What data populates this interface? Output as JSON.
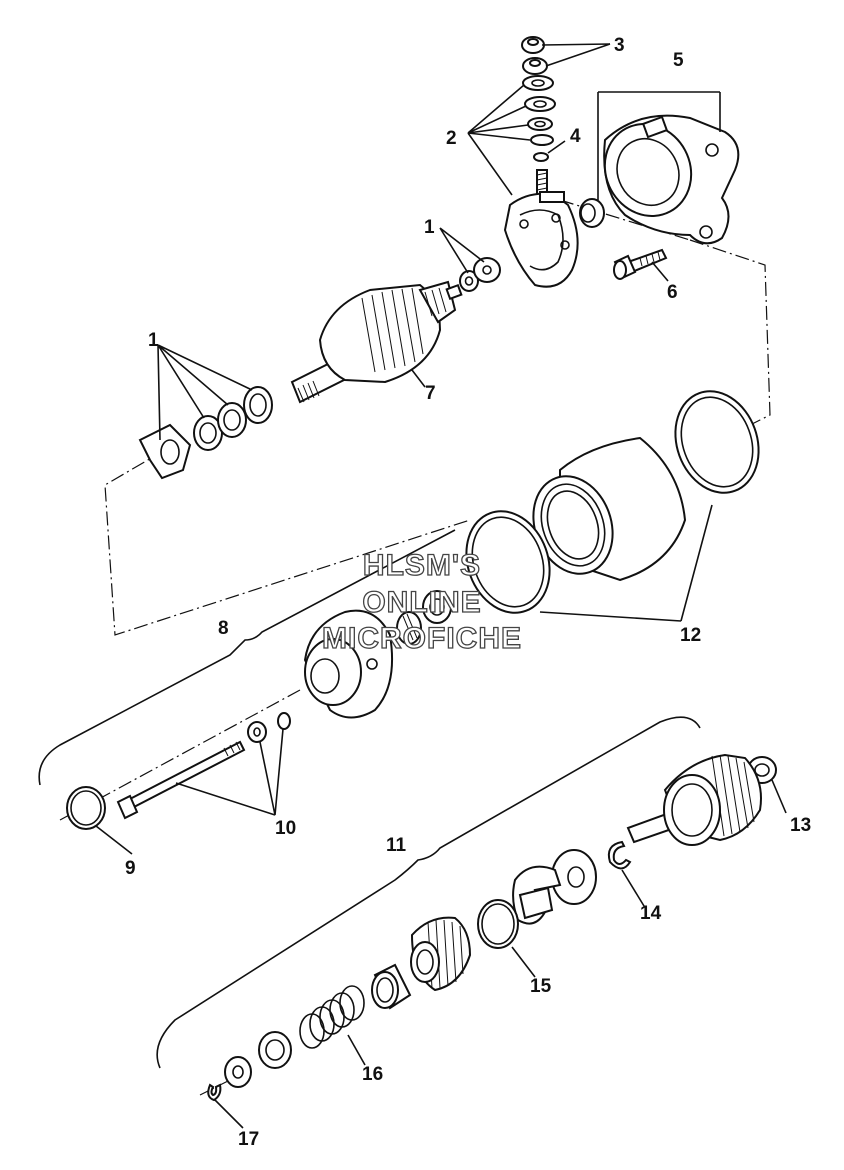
{
  "watermark": {
    "line1": "HLSM'S",
    "line2": "ONLINE",
    "line3": "MICROFICHE"
  },
  "callouts": {
    "c1a": "1",
    "c1b": "1",
    "c2": "2",
    "c3": "3",
    "c4": "4",
    "c5": "5",
    "c6": "6",
    "c7": "7",
    "c8": "8",
    "c9": "9",
    "c10": "10",
    "c11": "11",
    "c12": "12",
    "c13": "13",
    "c14": "14",
    "c15": "15",
    "c16": "16",
    "c17": "17"
  }
}
